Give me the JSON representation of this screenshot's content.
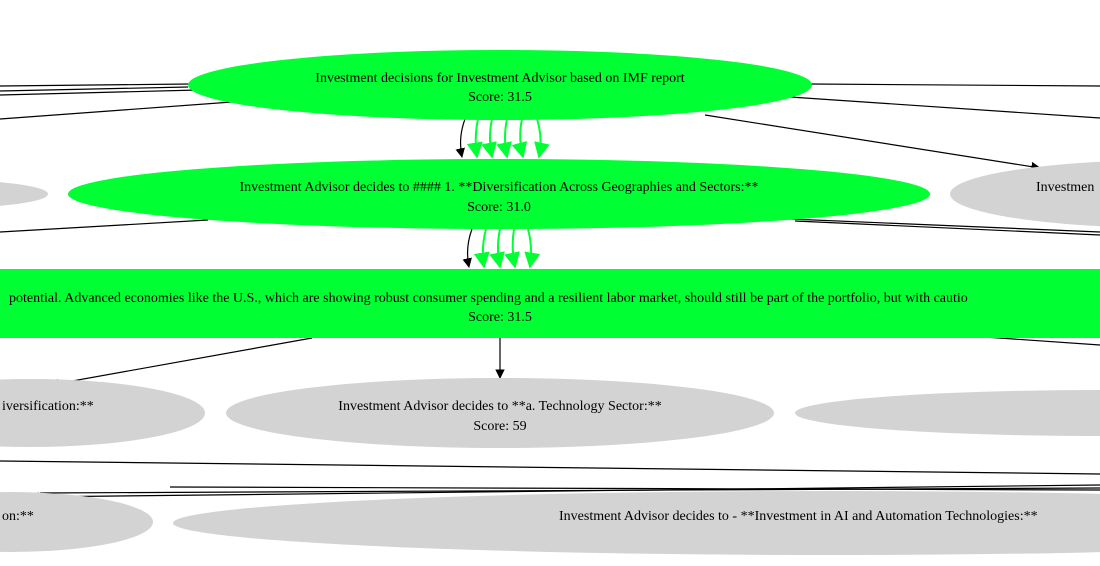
{
  "colors": {
    "highlight": "#00ff33",
    "default_node": "#d3d3d3",
    "edge": "#000000",
    "highlight_edge": "#00ff33"
  },
  "nodes": {
    "root": {
      "line1": "Investment decisions for Investment Advisor based on IMF report",
      "line2": "Score: 31.5",
      "highlighted": true
    },
    "level1_main": {
      "line1": "Investment Advisor decides to #### 1. **Diversification Across Geographies and Sectors:**",
      "line2": "Score: 31.0",
      "highlighted": true
    },
    "level1_right": {
      "line1": "Investmen",
      "highlighted": false
    },
    "level1_left": {
      "highlighted": false
    },
    "level2_main": {
      "line1": "potential. Advanced economies like the U.S., which are showing robust consumer spending and a resilient labor market, should still be part of the portfolio, but with cautio",
      "line2": "Score: 31.5",
      "highlighted": true
    },
    "level3_left": {
      "line1": "iversification:**",
      "highlighted": false
    },
    "level3_center": {
      "line1": "Investment Advisor decides to **a. Technology Sector:**",
      "line2": "Score: 59",
      "highlighted": false
    },
    "level3_right": {
      "highlighted": false
    },
    "level4_left": {
      "line1": "on:**",
      "highlighted": false
    },
    "level4_center": {
      "line1": "Investment Advisor decides to - **Investment in AI and Automation Technologies:**",
      "highlighted": false
    }
  }
}
